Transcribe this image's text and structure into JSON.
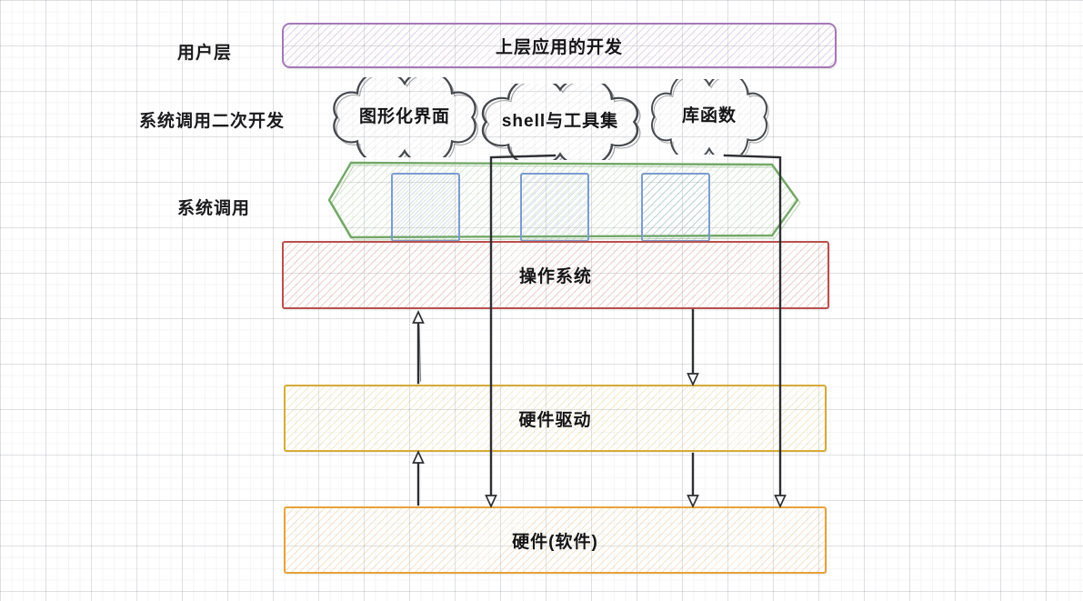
{
  "diagram_title": "linux-system-layers",
  "row_labels": {
    "user_layer": "用户层",
    "syscall_dev": "系统调用二次开发",
    "syscall": "系统调用"
  },
  "app_box": {
    "label": "上层应用的开发",
    "border_color": "#a678b8"
  },
  "clouds": {
    "gui": {
      "label": "图形化界面"
    },
    "shell": {
      "label": "shell与工具集"
    },
    "lib": {
      "label": "库函数"
    }
  },
  "syscall_band": {
    "border_color": "#74a868",
    "slot_border_color": "#7b9cd0",
    "slot_count": 3
  },
  "os_box": {
    "label": "操作系统",
    "border_color": "#b9504e"
  },
  "driver_box": {
    "label": "硬件驱动",
    "border_color": "#d7ab3a"
  },
  "hardware_box": {
    "label": "硬件(软件)",
    "border_color": "#e6a23b"
  },
  "arrows": {
    "color": "#2e2f33",
    "connections": [
      "shell与工具集 → 硬件(软件)",
      "库函数 → 硬件(软件)",
      "操作系统 → 硬件驱动",
      "硬件驱动 → 硬件(软件)",
      "硬件驱动 → 操作系统",
      "硬件(软件) → 硬件驱动"
    ]
  }
}
